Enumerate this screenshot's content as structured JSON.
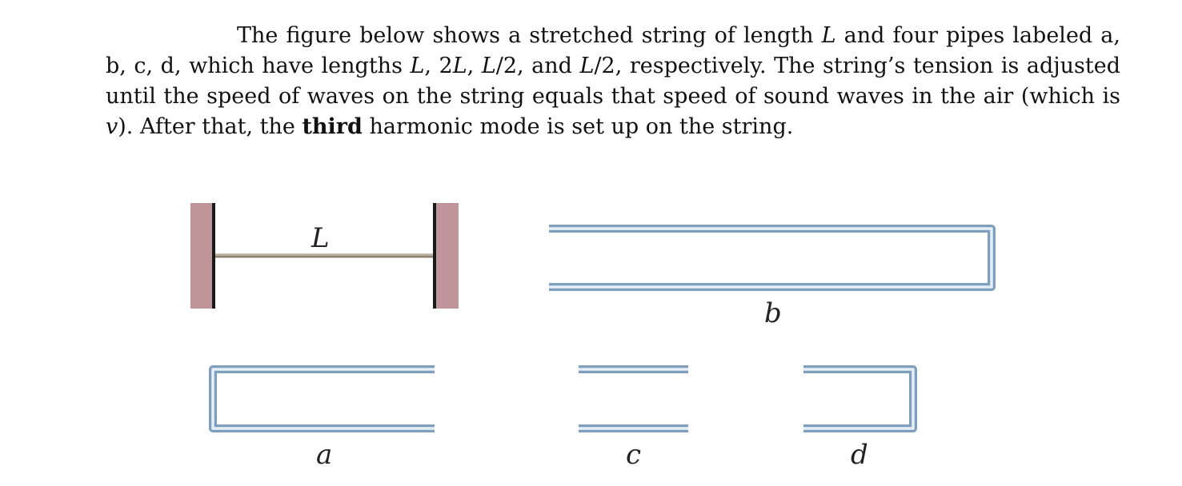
{
  "problem": {
    "s1": "The figure below shows a stretched string of length ",
    "L1": "L",
    "s2": " and four pipes labeled a, b, c, d, which have lengths ",
    "L2": "L",
    "s3": ", 2",
    "L3": "L",
    "s4": ", ",
    "L4": "L",
    "s5": "/2, and ",
    "L5": "L",
    "s6": "/2, respectively. The string’s tension is adjusted until the speed of waves on the string equals that speed of sound waves in the air (which is ",
    "v": "v",
    "s7": "). After that, the ",
    "bold": "third",
    "s8": " harmonic mode is set up on the string."
  },
  "figure": {
    "string_label": "L",
    "pipe_labels": {
      "a": "a",
      "b": "b",
      "c": "c",
      "d": "d"
    },
    "colors": {
      "wall": "#c0959a",
      "wall_edge": "#1a1a1a",
      "string": "#a89888",
      "pipe_outer": "#7e9fbe",
      "pipe_inner": "#e6eef6"
    }
  }
}
